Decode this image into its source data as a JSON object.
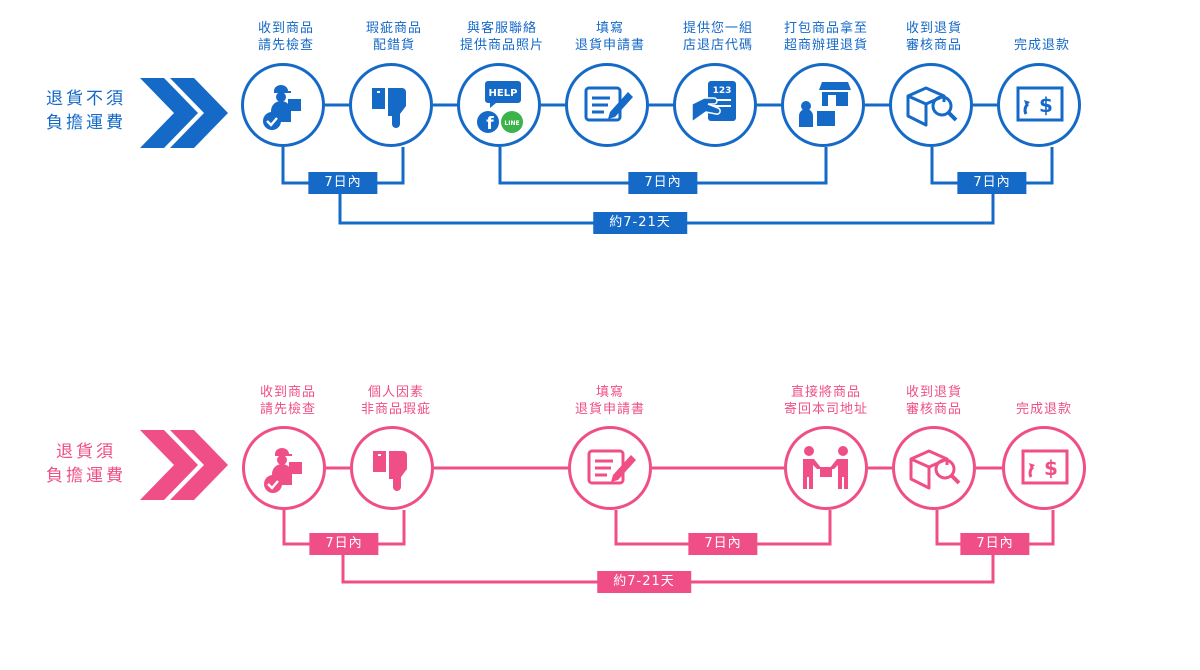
{
  "top": {
    "color": "#1569c7",
    "title": [
      "退貨不須",
      "負擔運費"
    ],
    "steps": [
      {
        "label": [
          "收到商品",
          "請先檢查"
        ],
        "icon": "delivery-person-check-icon"
      },
      {
        "label": [
          "瑕疵商品",
          "配錯貨"
        ],
        "icon": "thumbs-down-box-icon"
      },
      {
        "label": [
          "與客服聯絡",
          "提供商品照片"
        ],
        "icon": "help-chat-icon",
        "icon_text": {
          "help": "HELP",
          "fb": "f",
          "line": "LINE"
        }
      },
      {
        "label": [
          "填寫",
          "退貨申請書"
        ],
        "icon": "form-pencil-icon"
      },
      {
        "label": [
          "提供您一組",
          "店退店代碼"
        ],
        "icon": "code-card-icon",
        "icon_text": {
          "code": "123"
        }
      },
      {
        "label": [
          "打包商品拿至",
          "超商辦理退貨"
        ],
        "icon": "store-package-icon"
      },
      {
        "label": [
          "收到退貨",
          "審核商品"
        ],
        "icon": "box-inspect-icon"
      },
      {
        "label": [
          "完成退款"
        ],
        "icon": "refund-dollar-icon",
        "icon_text": {
          "dollar": "$"
        }
      }
    ],
    "badges": [
      "7日內",
      "7日內",
      "7日內"
    ],
    "total_badge": "約7-21天"
  },
  "bottom": {
    "color": "#ef4f86",
    "title": [
      "退貨須",
      "負擔運費"
    ],
    "steps": [
      {
        "label": [
          "收到商品",
          "請先檢查"
        ],
        "icon": "delivery-person-check-icon"
      },
      {
        "label": [
          "個人因素",
          "非商品瑕疵"
        ],
        "icon": "thumbs-down-box-icon"
      },
      {
        "label": [
          "填寫",
          "退貨申請書"
        ],
        "icon": "form-pencil-icon"
      },
      {
        "label": [
          "直接將商品",
          "寄回本司地址"
        ],
        "icon": "handover-package-icon"
      },
      {
        "label": [
          "收到退貨",
          "審核商品"
        ],
        "icon": "box-inspect-icon"
      },
      {
        "label": [
          "完成退款"
        ],
        "icon": "refund-dollar-icon",
        "icon_text": {
          "dollar": "$"
        }
      }
    ],
    "badges": [
      "7日內",
      "7日內",
      "7日內"
    ],
    "total_badge": "約7-21天"
  }
}
